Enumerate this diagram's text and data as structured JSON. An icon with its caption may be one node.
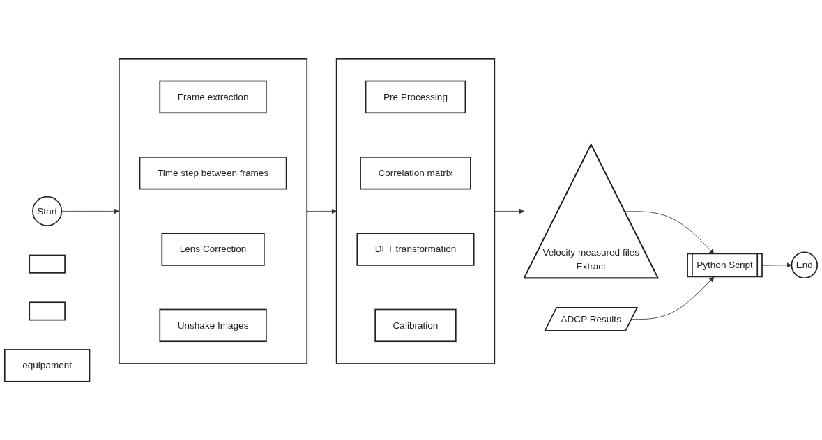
{
  "diagram": {
    "nodes": [
      {
        "text": [
          "Start"
        ]
      },
      {
        "text": [],
        "shape": "box"
      },
      {
        "text": [
          "Frame extraction"
        ],
        "in": 1
      },
      {
        "text": [
          "Time step between frames"
        ],
        "in": 1
      },
      {
        "text": [
          "Lens Correction"
        ],
        "in": 1
      },
      {
        "text": [
          "Unshake Images"
        ],
        "in": 1
      },
      {
        "text": [],
        "shape": "box"
      },
      {
        "text": [],
        "shape": "box"
      },
      {
        "text": [
          "Pre Processing"
        ],
        "in": 7
      },
      {
        "text": [
          "Correlation matrix"
        ],
        "in": 7
      },
      {
        "text": [
          "DFT transformation"
        ],
        "in": 7
      },
      {
        "text": [
          "Calibration"
        ],
        "in": 7
      },
      {
        "text": [],
        "shape": "box"
      },
      {
        "text": [
          "Velocity measured files",
          "Extract"
        ]
      },
      {
        "text": [
          "Python Script"
        ]
      },
      {
        "text": [
          "End"
        ]
      },
      {
        "text": [
          "ADCP Results"
        ]
      },
      {
        "text": [
          "equipament"
        ]
      }
    ],
    "edges": [
      {
        "from": 0,
        "to": 1,
        "arrow": "to"
      },
      {
        "from": 1,
        "to": 7,
        "arrow": "to"
      },
      {
        "from": 7,
        "to": 13,
        "arrow": "to"
      },
      {
        "from": 13,
        "to": 14,
        "arrow": "to"
      },
      {
        "from": 16,
        "to": 14,
        "arrow": "to"
      },
      {
        "from": 14,
        "to": 15,
        "arrow": "to"
      }
    ]
  }
}
